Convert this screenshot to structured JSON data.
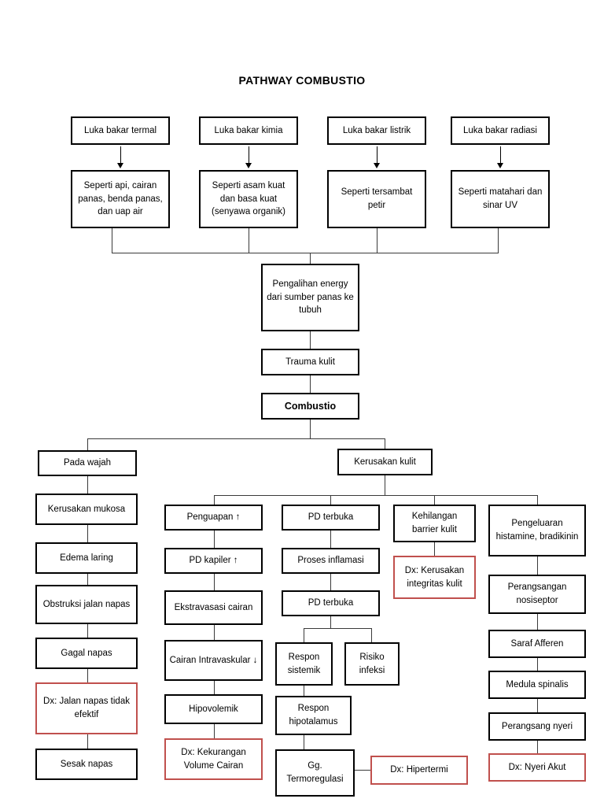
{
  "document": {
    "title": "PATHWAY COMBUSTIO",
    "accent_black": "#000000",
    "accent_red": "#C0504D",
    "connector_color": "#3a3a3a"
  },
  "diagram": {
    "type": "flowchart",
    "orientation": "top-down",
    "causes": [
      {
        "id": "c1",
        "trigger": "Luka bakar termal",
        "detail": "Seperti api, cairan panas, benda panas, dan uap air"
      },
      {
        "id": "c2",
        "trigger": "Luka bakar kimia",
        "detail": "Seperti asam kuat dan basa kuat (senyawa organik)"
      },
      {
        "id": "c3",
        "trigger": "Luka bakar listrik",
        "detail": "Seperti tersambat petir"
      },
      {
        "id": "c4",
        "trigger": "Luka bakar radiasi",
        "detail": "Seperti matahari dan sinar UV"
      }
    ],
    "trunk": [
      {
        "id": "t1",
        "label": "Pengalihan energy dari sumber panas ke tubuh"
      },
      {
        "id": "t2",
        "label": "Trauma kulit"
      },
      {
        "id": "t3",
        "label": "Combustio",
        "emphasis": "bold"
      }
    ],
    "branches": {
      "face": {
        "root": "Pada wajah",
        "chain": [
          {
            "label": "Kerusakan mukosa",
            "kind": "normal"
          },
          {
            "label": "Edema laring",
            "kind": "normal"
          },
          {
            "label": "Obstruksi jalan napas",
            "kind": "normal"
          },
          {
            "label": "Gagal napas",
            "kind": "normal"
          },
          {
            "label": "Dx: Jalan napas tidak efektif",
            "kind": "diagnosis"
          },
          {
            "label": "Sesak napas",
            "kind": "normal"
          }
        ]
      },
      "skin": {
        "root": "Kerusakan kulit",
        "sub": [
          {
            "id": "s1",
            "chain": [
              {
                "label": "Penguapan ↑",
                "kind": "normal"
              },
              {
                "label": "PD kapiler ↑",
                "kind": "normal"
              },
              {
                "label": "Ekstravasasi cairan",
                "kind": "normal"
              },
              {
                "label": "Cairan Intravaskular ↓",
                "kind": "normal"
              },
              {
                "label": "Hipovolemik",
                "kind": "normal"
              },
              {
                "label": "Dx: Kekurangan Volume Cairan",
                "kind": "diagnosis"
              }
            ]
          },
          {
            "id": "s2",
            "chain": [
              {
                "label": "PD terbuka",
                "kind": "normal"
              },
              {
                "label": "Proses inflamasi",
                "kind": "normal"
              },
              {
                "label": "PD terbuka",
                "kind": "normal"
              }
            ],
            "split": [
              {
                "label": "Respon sistemik",
                "chain": [
                  {
                    "label": "Respon hipotalamus",
                    "kind": "normal"
                  },
                  {
                    "label": "Gg. Termoregulasi",
                    "kind": "normal"
                  }
                ],
                "side": {
                  "label": "Dx: Hipertermi",
                  "kind": "diagnosis"
                }
              },
              {
                "label": "Risiko infeksi",
                "chain": [],
                "side": null
              }
            ]
          },
          {
            "id": "s3",
            "chain": [
              {
                "label": "Kehilangan barrier kulit",
                "kind": "normal"
              },
              {
                "label": "Dx: Kerusakan integritas kulit",
                "kind": "diagnosis"
              }
            ]
          },
          {
            "id": "s4",
            "chain": [
              {
                "label": "Pengeluaran histamine, bradikinin",
                "kind": "normal"
              },
              {
                "label": "Perangsangan nosiseptor",
                "kind": "normal"
              },
              {
                "label": "Saraf Afferen",
                "kind": "normal"
              },
              {
                "label": "Medula spinalis",
                "kind": "normal"
              },
              {
                "label": "Perangsang nyeri",
                "kind": "normal"
              },
              {
                "label": "Dx: Nyeri Akut",
                "kind": "diagnosis"
              }
            ]
          }
        ]
      }
    },
    "diagnoses": [
      "Dx: Jalan napas tidak efektif",
      "Dx: Kekurangan Volume Cairan",
      "Dx: Hipertermi",
      "Dx: Kerusakan integritas kulit",
      "Dx: Nyeri Akut"
    ]
  }
}
